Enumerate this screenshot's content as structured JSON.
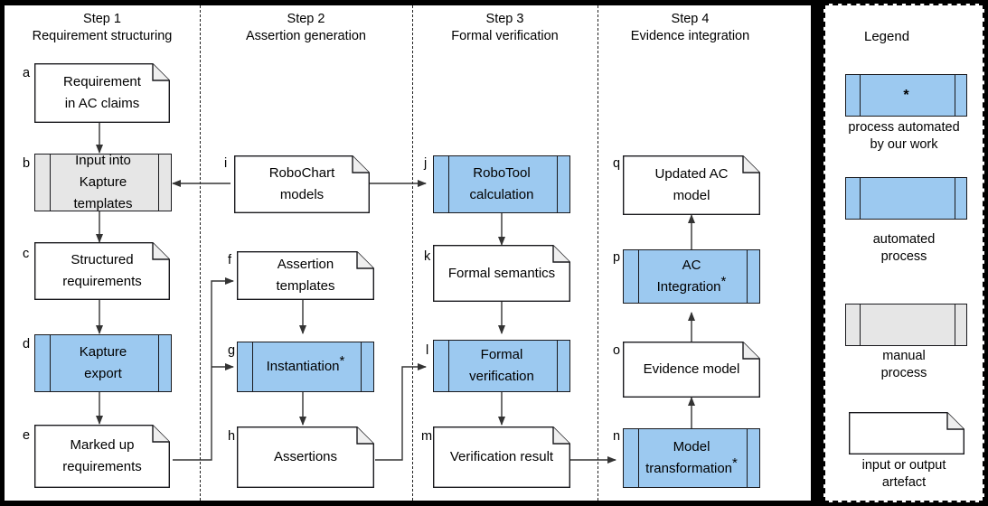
{
  "main_panel": {
    "columns": [
      {
        "id": "step1",
        "title": "Step 1",
        "subtitle": "Requirement structuring"
      },
      {
        "id": "step2",
        "title": "Step 2",
        "subtitle": "Assertion generation"
      },
      {
        "id": "step3",
        "title": "Step 3",
        "subtitle": "Formal verification"
      },
      {
        "id": "step4",
        "title": "Step 4",
        "subtitle": "Evidence integration"
      }
    ],
    "nodes": [
      {
        "key": "a",
        "label": "Requirement\nin AC claims",
        "type": "artefact",
        "column": "step1"
      },
      {
        "key": "b",
        "label": "Input into\nKapture\ntemplates",
        "type": "manual-process",
        "column": "step1"
      },
      {
        "key": "c",
        "label": "Structured\nrequirements",
        "type": "artefact",
        "column": "step1"
      },
      {
        "key": "d",
        "label": "Kapture\nexport",
        "type": "automated-process",
        "column": "step1"
      },
      {
        "key": "e",
        "label": "Marked up\nrequirements",
        "type": "artefact",
        "column": "step1"
      },
      {
        "key": "i",
        "label": "RoboChart\nmodels",
        "type": "artefact",
        "column": "step2"
      },
      {
        "key": "f",
        "label": "Assertion\ntemplates",
        "type": "artefact",
        "column": "step2"
      },
      {
        "key": "g",
        "label": "Instantiation",
        "star": true,
        "type": "automated-process-starred",
        "column": "step2"
      },
      {
        "key": "h",
        "label": "Assertions",
        "type": "artefact",
        "column": "step2"
      },
      {
        "key": "j",
        "label": "RoboTool\ncalculation",
        "type": "automated-process",
        "column": "step3"
      },
      {
        "key": "k",
        "label": "Formal semantics",
        "type": "artefact",
        "column": "step3"
      },
      {
        "key": "l",
        "label": "Formal\nverification",
        "type": "automated-process",
        "column": "step3"
      },
      {
        "key": "m",
        "label": "Verification result",
        "type": "artefact",
        "column": "step3"
      },
      {
        "key": "q",
        "label": "Updated AC\nmodel",
        "type": "artefact",
        "column": "step4"
      },
      {
        "key": "p",
        "label": "AC\nIntegration",
        "star": true,
        "type": "automated-process-starred",
        "column": "step4"
      },
      {
        "key": "o",
        "label": "Evidence model",
        "type": "artefact",
        "column": "step4"
      },
      {
        "key": "n",
        "label": "Model\ntransformation",
        "star": true,
        "type": "automated-process-starred",
        "column": "step4"
      }
    ],
    "edges": [
      {
        "from": "a",
        "to": "b"
      },
      {
        "from": "b",
        "to": "c"
      },
      {
        "from": "c",
        "to": "d"
      },
      {
        "from": "d",
        "to": "e"
      },
      {
        "from": "i",
        "to": "b"
      },
      {
        "from": "i",
        "to": "j"
      },
      {
        "from": "e",
        "to": "f"
      },
      {
        "from": "e",
        "to": "g"
      },
      {
        "from": "f",
        "to": "g"
      },
      {
        "from": "g",
        "to": "h"
      },
      {
        "from": "h",
        "to": "l"
      },
      {
        "from": "j",
        "to": "k"
      },
      {
        "from": "k",
        "to": "l"
      },
      {
        "from": "l",
        "to": "m"
      },
      {
        "from": "m",
        "to": "n"
      },
      {
        "from": "n",
        "to": "o"
      },
      {
        "from": "o",
        "to": "p"
      },
      {
        "from": "p",
        "to": "q"
      }
    ]
  },
  "legend": {
    "title": "Legend",
    "items": [
      {
        "symbol": "*",
        "caption": "process automated\nby our work",
        "style": "automated-process-starred"
      },
      {
        "symbol": "",
        "caption": "automated\nprocess",
        "style": "automated-process"
      },
      {
        "symbol": "",
        "caption": "manual\nprocess",
        "style": "manual-process"
      },
      {
        "symbol": "",
        "caption": "input or output\nartefact",
        "style": "artefact"
      }
    ]
  },
  "colors": {
    "automated_fill": "#9cc9f0",
    "manual_fill": "#e6e6e6",
    "artefact_fill": "#ffffff",
    "stroke": "#19191d",
    "background": "#000000",
    "panel": "#ffffff"
  }
}
